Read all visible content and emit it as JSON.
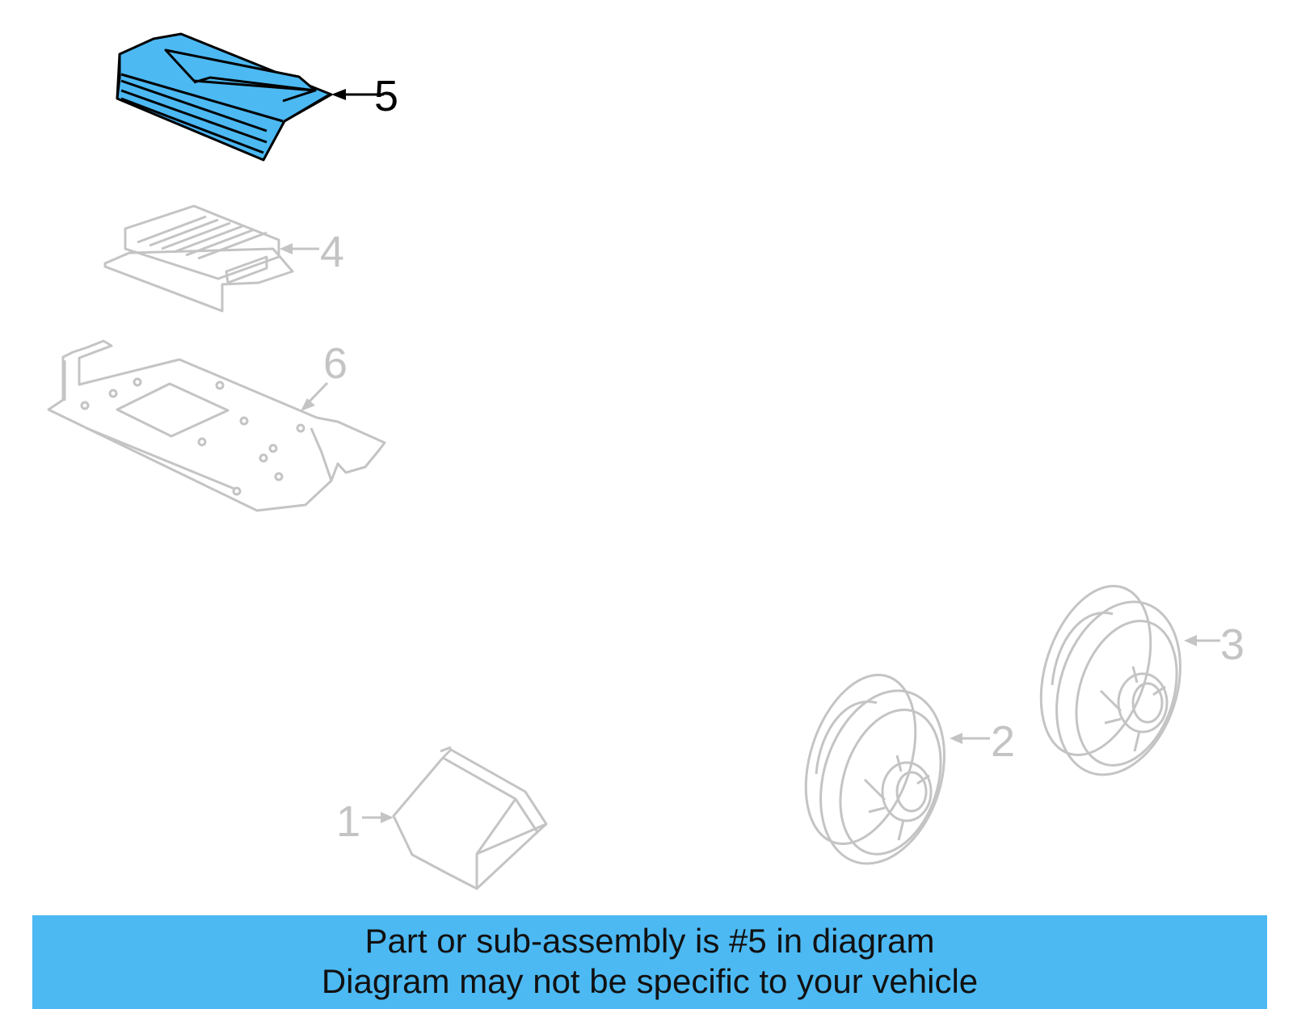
{
  "diagram": {
    "highlight_color": "#4cb9f3",
    "ghost_color": "#c4c4c4",
    "callouts": {
      "c1": "1",
      "c2": "2",
      "c3": "3",
      "c4": "4",
      "c5": "5",
      "c6": "6"
    },
    "highlighted_part": "5"
  },
  "banner": {
    "line1": "Part or sub-assembly is #5 in diagram",
    "line2": "Diagram may not be specific to your vehicle"
  }
}
